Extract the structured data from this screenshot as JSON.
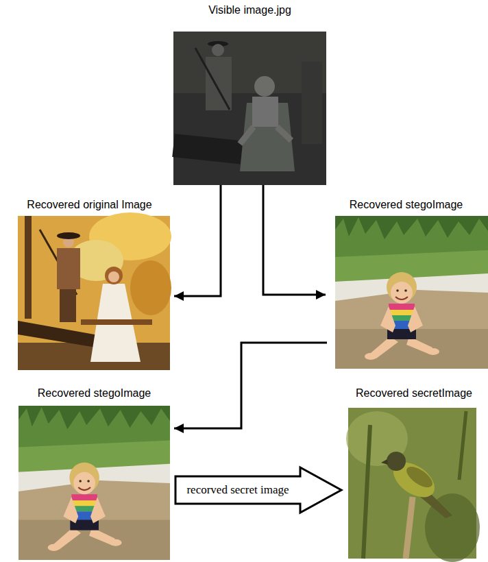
{
  "diagram": {
    "nodes": [
      {
        "text": [
          "Visible image.jpg"
        ]
      },
      {
        "text": [
          "Recovered original Image"
        ]
      },
      {
        "text": [
          "Recovered stegoImage"
        ]
      },
      {
        "text": [
          "Recovered stegoImage"
        ]
      },
      {
        "text": [
          "Recovered secretImage"
        ]
      }
    ],
    "edges": [
      {
        "from": 0,
        "to": 1,
        "arrow": "to"
      },
      {
        "from": 0,
        "to": 2,
        "arrow": "to"
      },
      {
        "from": 2,
        "to": 3,
        "arrow": "to"
      },
      {
        "from": 3,
        "to": 4,
        "label": "recorved secret image",
        "arrow": "to"
      }
    ]
  }
}
